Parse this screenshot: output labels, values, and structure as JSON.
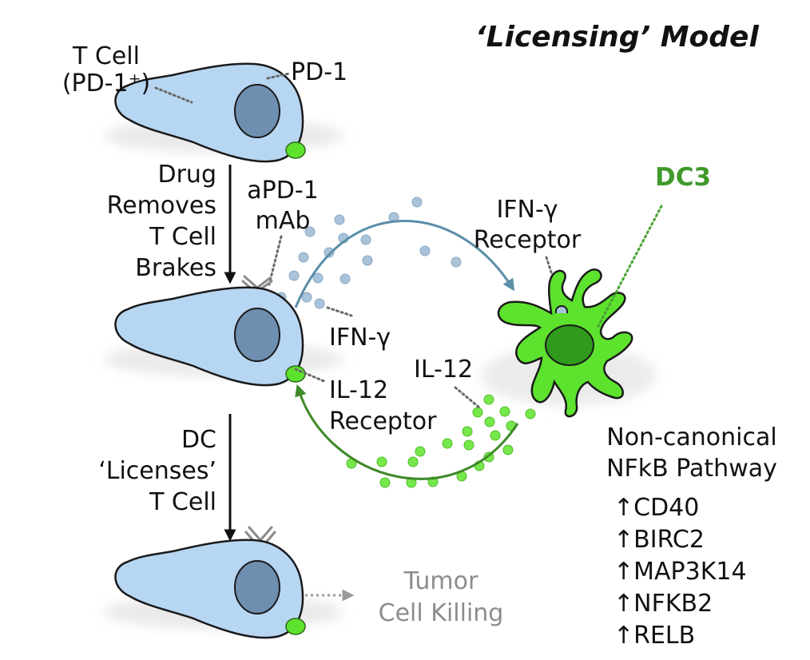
{
  "title": "‘Licensing’ Model",
  "labels": {
    "t_cell_line1": "T Cell",
    "t_cell_line2": "(PD-1⁺)",
    "pd1": "PD-1",
    "drug_line1": "Drug",
    "drug_line2": "Removes",
    "drug_line3": "T Cell",
    "drug_line4": "Brakes",
    "apd1_line1": "aPD-1",
    "apd1_line2": "mAb",
    "ifng_receptor_line1": "IFN-γ",
    "ifng_receptor_line2": "Receptor",
    "dc3": "DC3",
    "ifng": "IFN-γ",
    "il12": "IL-12",
    "il12_receptor_line1": "IL-12",
    "il12_receptor_line2": "Receptor",
    "dc_line1": "DC",
    "dc_line2": "‘Licenses’",
    "dc_line3": "T Cell",
    "tumor_line1": "Tumor",
    "tumor_line2": "Cell Killing",
    "pathway_line1": "Non-canonical",
    "pathway_line2": "NFkB Pathway"
  },
  "genes": [
    "↑CD40",
    "↑BIRC2",
    "↑MAP3K14",
    "↑NFKB2",
    "↑RELB"
  ],
  "colors": {
    "t_cell_body": "#b7d6f2",
    "nucleus": "#6e8fb0",
    "dc_green": "#5de22e",
    "dc_nucleus": "#2f9a1c",
    "dc3_label": "#3f9a2a",
    "ifng_dot": "#a9c3da",
    "ifng_arrow": "#5b8ea8",
    "il12_dot": "#77e84a",
    "il12_arrow": "#3f8a2a",
    "pd1_gray": "#777777",
    "tumor_text": "#8c8c8c"
  }
}
